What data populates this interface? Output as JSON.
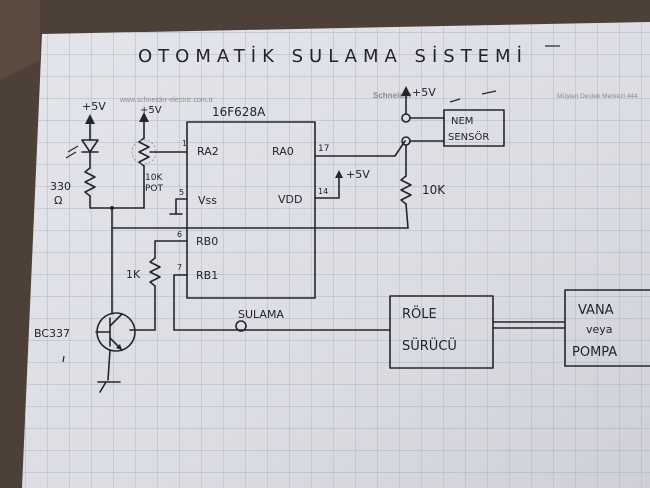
{
  "title": "OTOMATİK SULAMA SİSTEMİ",
  "printed_header": {
    "website": "www.schneider-electric.com.tr",
    "brand": "Schneider",
    "service": "Müşteri Destek Merkezi 444"
  },
  "components": {
    "chip": "16F628A",
    "pins": {
      "ra2": "RA2",
      "ra2_num": "1",
      "vss": "Vss",
      "vss_num": "5",
      "rb0": "RB0",
      "rb0_num": "6",
      "rb1": "RB1",
      "rb1_num": "7",
      "ra0": "RA0",
      "ra0_num": "17",
      "vdd": "VDD",
      "vdd_num": "14"
    },
    "supply": "+5V",
    "led_resistor": "330",
    "led_resistor_unit": "Ω",
    "pot_value": "10K",
    "pot_label": "POT",
    "pullup": "10K",
    "base_resistor": "1K",
    "transistor": "BC337",
    "sensor_line1": "NEM",
    "sensor_line2": "SENSÖR",
    "signal": "SULAMA",
    "relay_line1": "RÖLE",
    "relay_line2": "SÜRÜCÜ",
    "valve_line1": "VANA",
    "valve_line2": "veya",
    "valve_line3": "POMPA"
  }
}
